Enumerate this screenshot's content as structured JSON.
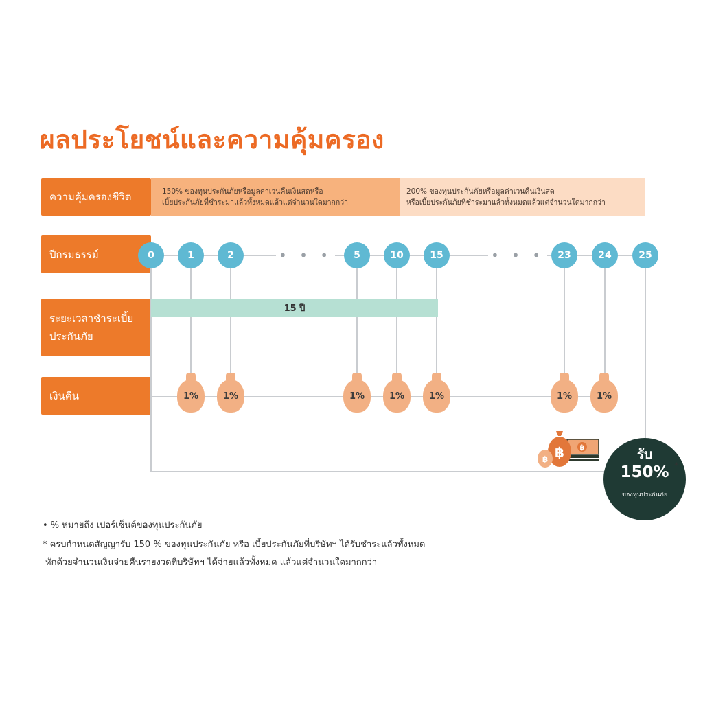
{
  "title": "ผลประโยชน์และความคุ้มครอง",
  "rows": {
    "coverage": "ความคุ้มครองชีวิต",
    "policy_year": "ปีกรมธรรม์",
    "payment_period": [
      "ระยะเวลาชำระเบี้ย",
      "ประกันภัย"
    ],
    "cashback": "เงินคืน"
  },
  "coverage_bands": [
    {
      "lines": [
        "150% ของทุนประกันภัยหรือมูลค่าเวนคืนเงินสดหรือ",
        "เบี้ยประกันภัยที่ชำระมาแล้วทั้งหมดแล้วแต่จำนวนใดมากกว่า"
      ],
      "color": "#f7b27d"
    },
    {
      "lines": [
        "200% ของทุนประกันภัยหรือมูลค่าเวนคืนเงินสด",
        "หรือเบี้ยประกันภัยที่ชำระมาแล้วทั้งหมดแล้วแต่จำนวนใดมากกว่า"
      ],
      "color": "#fcdcc4"
    }
  ],
  "years": [
    "0",
    "1",
    "2",
    "5",
    "10",
    "15",
    "23",
    "24",
    "25"
  ],
  "ellipsis": "• • •",
  "payment_bar": "15 ปี",
  "cashback_bags": [
    "1%",
    "1%",
    "1%",
    "1%",
    "1%",
    "1%",
    "1%"
  ],
  "maturity": {
    "line1": "รับ",
    "line2": "150%",
    "line3": "ของทุนประกันภัย",
    "star": "*"
  },
  "notes": [
    "• % หมายถึง เปอร์เซ็นต์ของทุนประกันภัย",
    "* ครบกำหนดสัญญารับ 150 % ของทุนประกันภัย หรือ เบี้ยประกันภัยที่บริษัทฯ ได้รับชำระแล้วทั้งหมด",
    "หักด้วยจำนวนเงินจ่ายคืนรายงวดที่บริษัทฯ ได้จ่ายแล้วทั้งหมด แล้วแต่จำนวนใดมากกว่า"
  ],
  "colors": {
    "accent": "#ec6a24",
    "label_bg": "#ed7a2a",
    "year_circle": "#5fb9d3",
    "payment_bar": "#b6e0d3",
    "bag": "#f2b084",
    "maturity_circle": "#1f3a34"
  },
  "icons": {
    "bag": "money-bag-icon",
    "money": "baht-money-stack-icon"
  }
}
